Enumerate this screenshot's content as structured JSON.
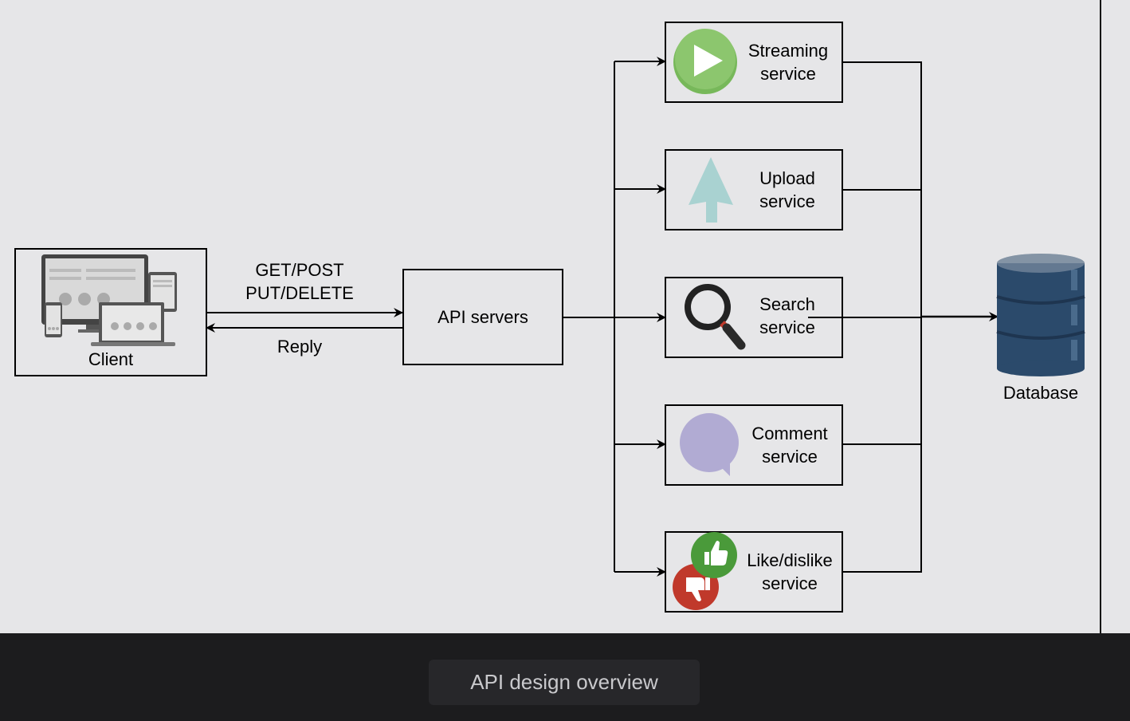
{
  "diagram": {
    "client": {
      "label": "Client"
    },
    "request_label": {
      "line1": "GET/POST",
      "line2": "PUT/DELETE"
    },
    "reply_label": "Reply",
    "api": {
      "label": "API servers"
    },
    "services": [
      {
        "line1": "Streaming",
        "line2": "service",
        "icon": "play-icon"
      },
      {
        "line1": "Upload",
        "line2": "service",
        "icon": "upload-arrow-icon"
      },
      {
        "line1": "Search",
        "line2": "service",
        "icon": "magnifier-icon"
      },
      {
        "line1": "Comment",
        "line2": "service",
        "icon": "speech-bubble-icon"
      },
      {
        "line1": "Like/dislike",
        "line2": "service",
        "icon": "thumbs-icon"
      }
    ],
    "database": {
      "label": "Database",
      "color": "#2b4a6b"
    }
  },
  "caption": "API design overview"
}
